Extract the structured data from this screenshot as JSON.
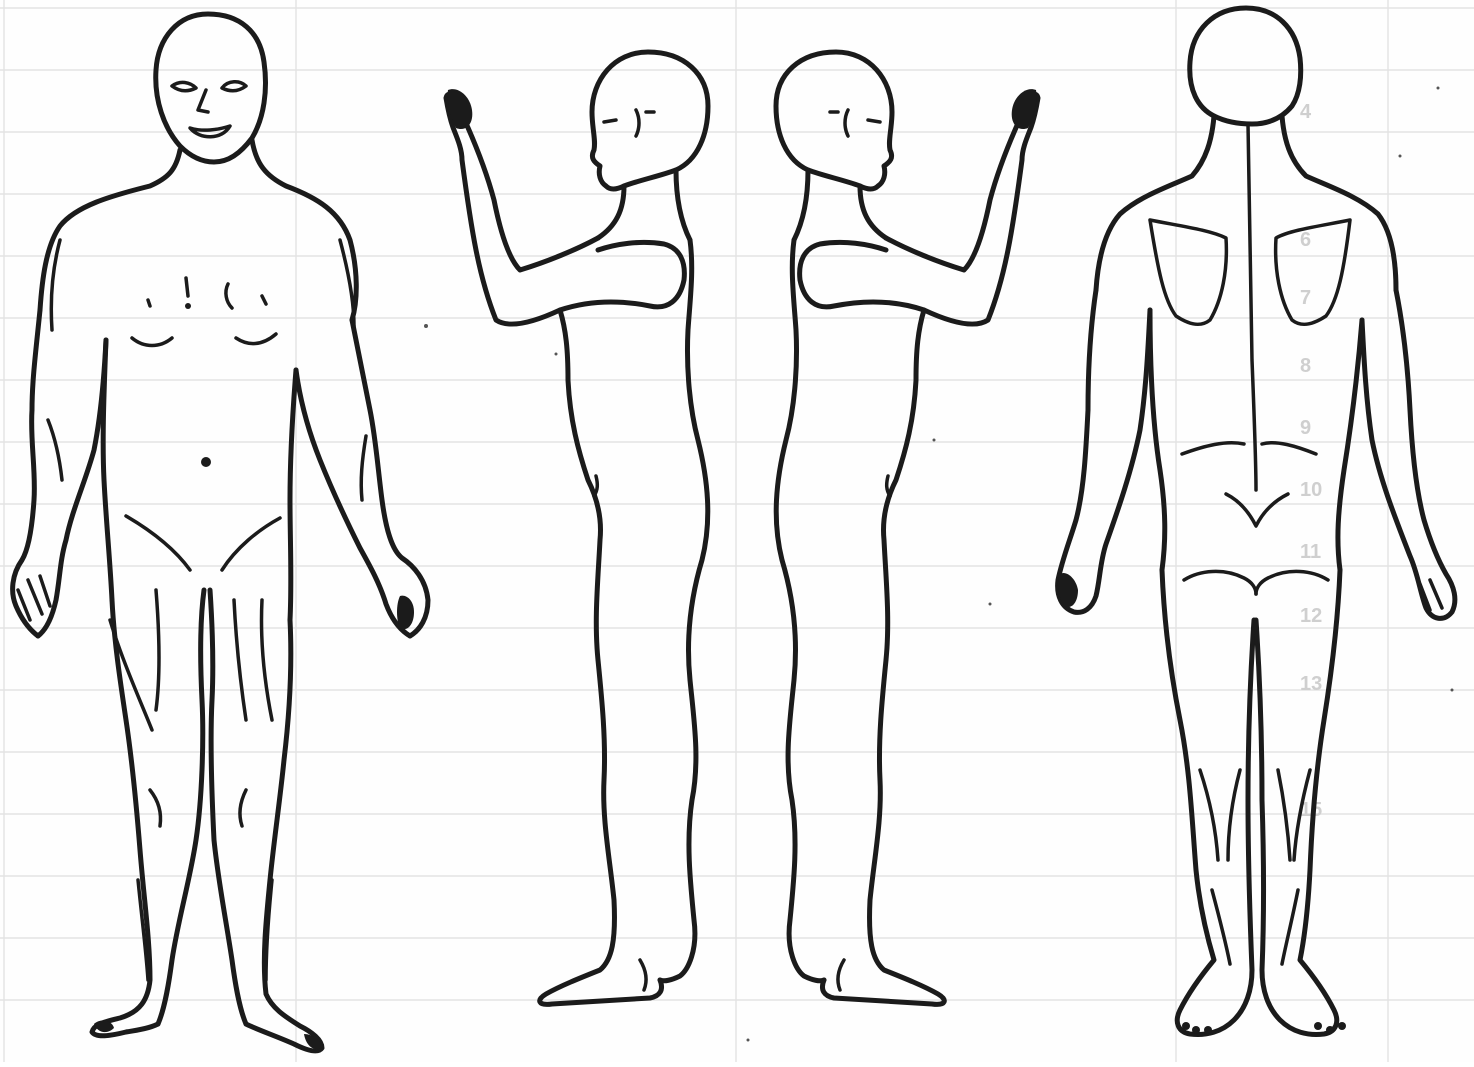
{
  "diagram": {
    "views": [
      {
        "id": "front",
        "icon": "front-body-outline-icon"
      },
      {
        "id": "left-side",
        "icon": "side-body-outline-icon"
      },
      {
        "id": "right-side",
        "icon": "side-body-outline-icon"
      },
      {
        "id": "back",
        "icon": "back-body-outline-icon"
      }
    ],
    "background": {
      "grid": true,
      "row_numbers": [
        "4",
        "6",
        "7",
        "8",
        "9",
        "10",
        "11",
        "12",
        "13",
        "15"
      ]
    },
    "colors": {
      "line": "#1b1b1b",
      "paper": "#fefefe",
      "grid": "#e3e3e3",
      "faint_text": "#cfcfcf"
    }
  }
}
